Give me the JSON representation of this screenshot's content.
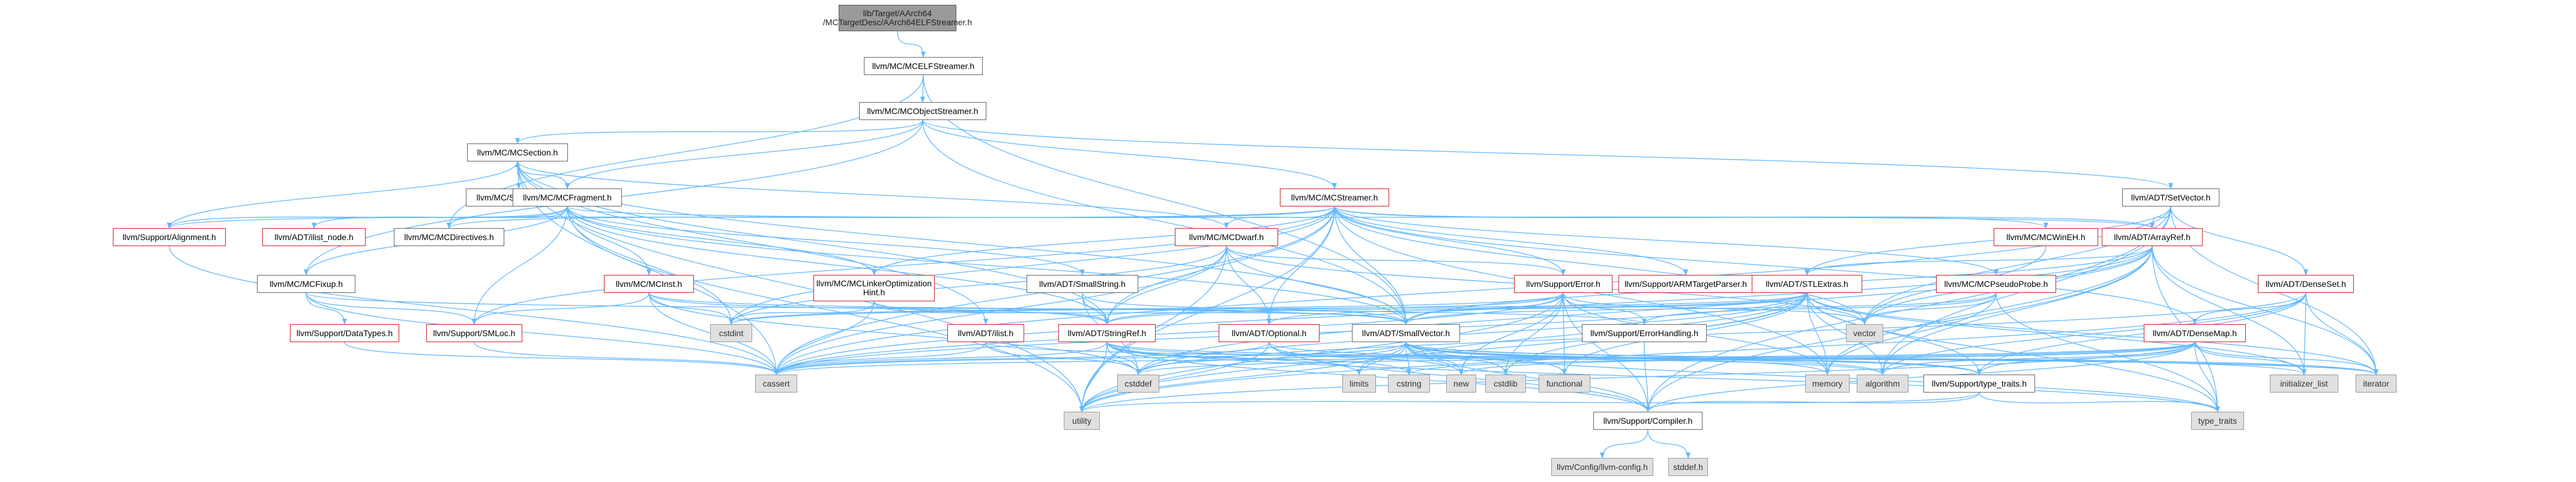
{
  "colors": {
    "edge": "#63b8ff",
    "edge_up": "#4a8fd0",
    "border_red": "#cc2222",
    "grey_fill": "#e0e0e0",
    "root_fill": "#9a9a9a"
  },
  "nodes": {
    "root": "lib/Target/AArch64\n/MCTargetDesc/AArch64ELFStreamer.h",
    "mcelfstreamer": "llvm/MC/MCELFStreamer.h",
    "mcobjectstreamer": "llvm/MC/MCObjectStreamer.h",
    "mcsection": "llvm/MC/MCSection.h",
    "mcstreamer": "llvm/MC/MCStreamer.h",
    "setvector": "llvm/ADT/SetVector.h",
    "sectionkind": "llvm/MC/SectionKind.h",
    "mcfragment": "llvm/MC/MCFragment.h",
    "mcdirectives": "llvm/MC/MCDirectives.h",
    "alignment": "llvm/Support/Alignment.h",
    "ilist_node": "llvm/ADT/ilist_node.h",
    "mcfixup": "llvm/MC/MCFixup.h",
    "mcdwarf": "llvm/MC/MCDwarf.h",
    "mcwineh": "llvm/MC/MCWinEH.h",
    "arrayref": "llvm/ADT/ArrayRef.h",
    "denseset": "llvm/ADT/DenseSet.h",
    "mcinst": "llvm/MC/MCInst.h",
    "smallstring": "llvm/ADT/SmallString.h",
    "linkeropt": "llvm/MC/MCLinkerOptimization\nHint.h",
    "error": "llvm/Support/Error.h",
    "armtargetparser": "llvm/Support/ARMTargetParser.h",
    "stlextras": "llvm/ADT/STLExtras.h",
    "pseudoprobe": "llvm/MC/MCPseudoProbe.h",
    "densemap": "llvm/ADT/DenseMap.h",
    "datatypes": "llvm/Support/DataTypes.h",
    "smloc": "llvm/Support/SMLoc.h",
    "ilist": "llvm/ADT/ilist.h",
    "stringref": "llvm/ADT/StringRef.h",
    "optional": "llvm/ADT/Optional.h",
    "smallvector": "llvm/ADT/SmallVector.h",
    "errorhandling": "llvm/Support/ErrorHandling.h",
    "cstdint": "cstdint",
    "vector": "vector",
    "cassert": "cassert",
    "cstddef": "cstddef",
    "limits": "limits",
    "cstring": "cstring",
    "new": "new",
    "cstdlib": "cstdlib",
    "functional": "functional",
    "memory": "memory",
    "algorithm": "algorithm",
    "type_traits_h": "llvm/Support/type_traits.h",
    "initializer_list": "initializer_list",
    "iterator": "iterator",
    "utility": "utility",
    "compiler": "llvm/Support/Compiler.h",
    "type_traits": "type_traits",
    "llvm_config": "llvm/Config/llvm-config.h",
    "stddef": "stddef.h"
  }
}
